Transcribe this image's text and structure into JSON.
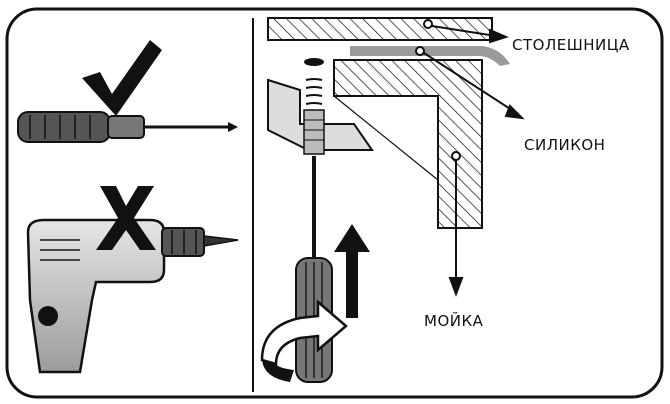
{
  "labels": {
    "countertop": "СТОЛЕШНИЦА",
    "silicone": "СИЛИКОН",
    "sink": "МОЙКА"
  },
  "icons": {
    "check": "checkmark-icon",
    "cross": "cross-icon",
    "screwdriver": "screwdriver-icon",
    "drill": "drill-icon"
  },
  "colors": {
    "ink": "#111111",
    "gray": "#9a9a9a",
    "light": "#d9d9d9"
  }
}
